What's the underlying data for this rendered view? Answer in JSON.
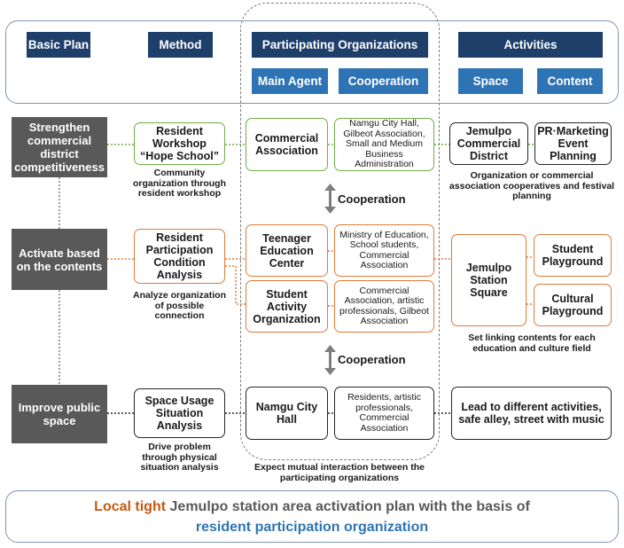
{
  "header": {
    "basic_plan": "Basic Plan",
    "method": "Method",
    "participating": "Participating Organizations",
    "main_agent": "Main Agent",
    "cooperation": "Cooperation",
    "activities": "Activities",
    "space": "Space",
    "content": "Content"
  },
  "rows": {
    "r1": {
      "plan": "Strengthen commercial district competitiveness",
      "method_title": "Resident Workshop “Hope School”",
      "method_caption": "Community organization through resident workshop",
      "agent": "Commercial Association",
      "coop": "Namgu City Hall, Gilbeot Association, Small and Medium Business Administration",
      "space": "Jemulpo Commercial District",
      "content": "PR·Marketing Event Planning",
      "activity_caption": "Organization or commercial association cooperatives and festival planning"
    },
    "r2": {
      "plan": "Activate based on the contents",
      "method_title": "Resident Participation Condition Analysis",
      "method_caption": "Analyze organization of possible connection",
      "agent_a": "Teenager Education Center",
      "coop_a": "Ministry of Education, School students, Commercial Association",
      "agent_b": "Student Activity Organization",
      "coop_b": "Commercial Association, artistic professionals, Gilbeot Association",
      "space": "Jemulpo Station Square",
      "content_a": "Student Playground",
      "content_b": "Cultural Playground",
      "activity_caption": "Set linking contents for each education and culture field"
    },
    "r3": {
      "plan": "Improve public space",
      "method_title": "Space Usage Situation Analysis",
      "method_caption": "Drive problem through physical situation analysis",
      "agent": "Namgu City Hall",
      "coop": "Residents, artistic professionals, Commercial Association",
      "activity": "Lead to different activities, safe alley, street with music"
    }
  },
  "cooperation_label_1": "Cooperation",
  "cooperation_label_2": "Cooperation",
  "interaction_caption": "Expect mutual interaction between the participating organizations",
  "bottom": {
    "part1": "Local tight",
    "part2": "Jemulpo station area activation plan with the basis of",
    "part3": "resident participation organization"
  },
  "colors": {
    "navy": "#1f3f6b",
    "blue": "#2e74b5",
    "dark_gray": "#595959",
    "green": "#70ad47",
    "orange": "#e07b39"
  }
}
